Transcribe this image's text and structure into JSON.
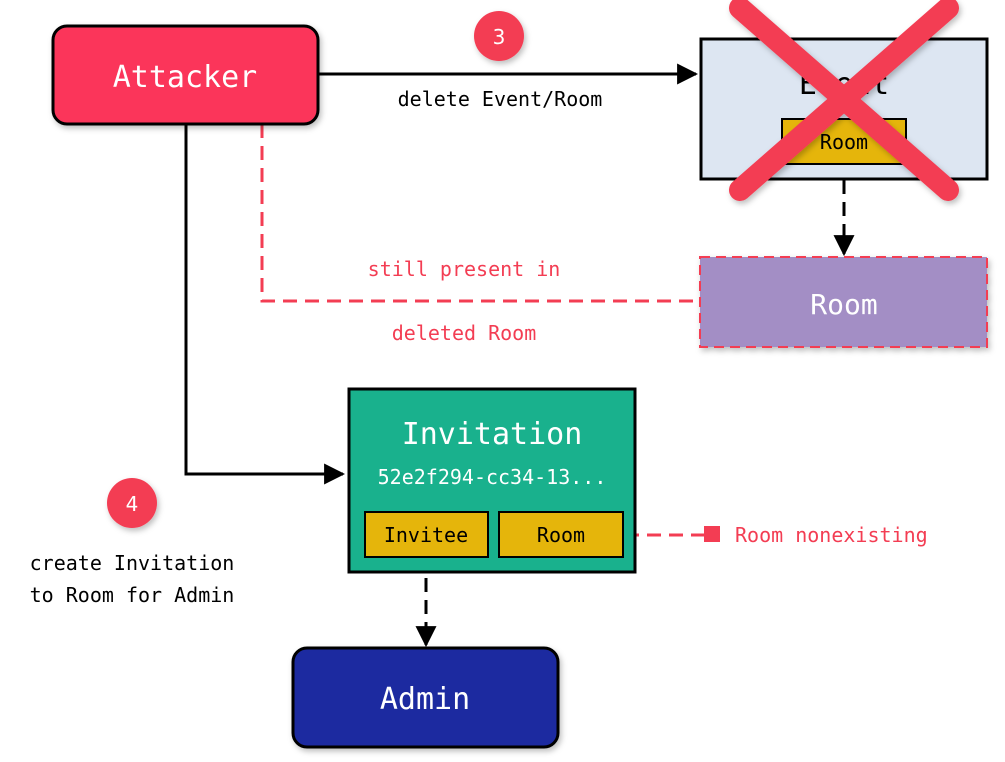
{
  "nodes": {
    "attacker": {
      "label": "Attacker"
    },
    "event": {
      "label": "Event",
      "inner_label": "Room"
    },
    "deleted_room": {
      "label": "Room"
    },
    "invitation": {
      "title": "Invitation",
      "id": "52e2f294-cc34-13...",
      "field_invitee": "Invitee",
      "field_room": "Room"
    },
    "admin": {
      "label": "Admin"
    }
  },
  "edges": {
    "delete_label": "delete Event/Room",
    "still_present_line1": "still present in",
    "still_present_line2": "deleted Room",
    "room_nonexisting": "Room nonexisting"
  },
  "steps": {
    "step3": {
      "number": "3"
    },
    "step4": {
      "number": "4",
      "line1": "create Invitation",
      "line2": "to Room for Admin"
    }
  },
  "colors": {
    "attacker": "#fb355a",
    "event": "#dde6f2",
    "field": "#e5b50b",
    "deleted_room": "#a38ec5",
    "invitation": "#19b18d",
    "admin": "#1d2aa0",
    "badge": "#f33d53",
    "accent": "#f33d53",
    "line": "#000000"
  }
}
